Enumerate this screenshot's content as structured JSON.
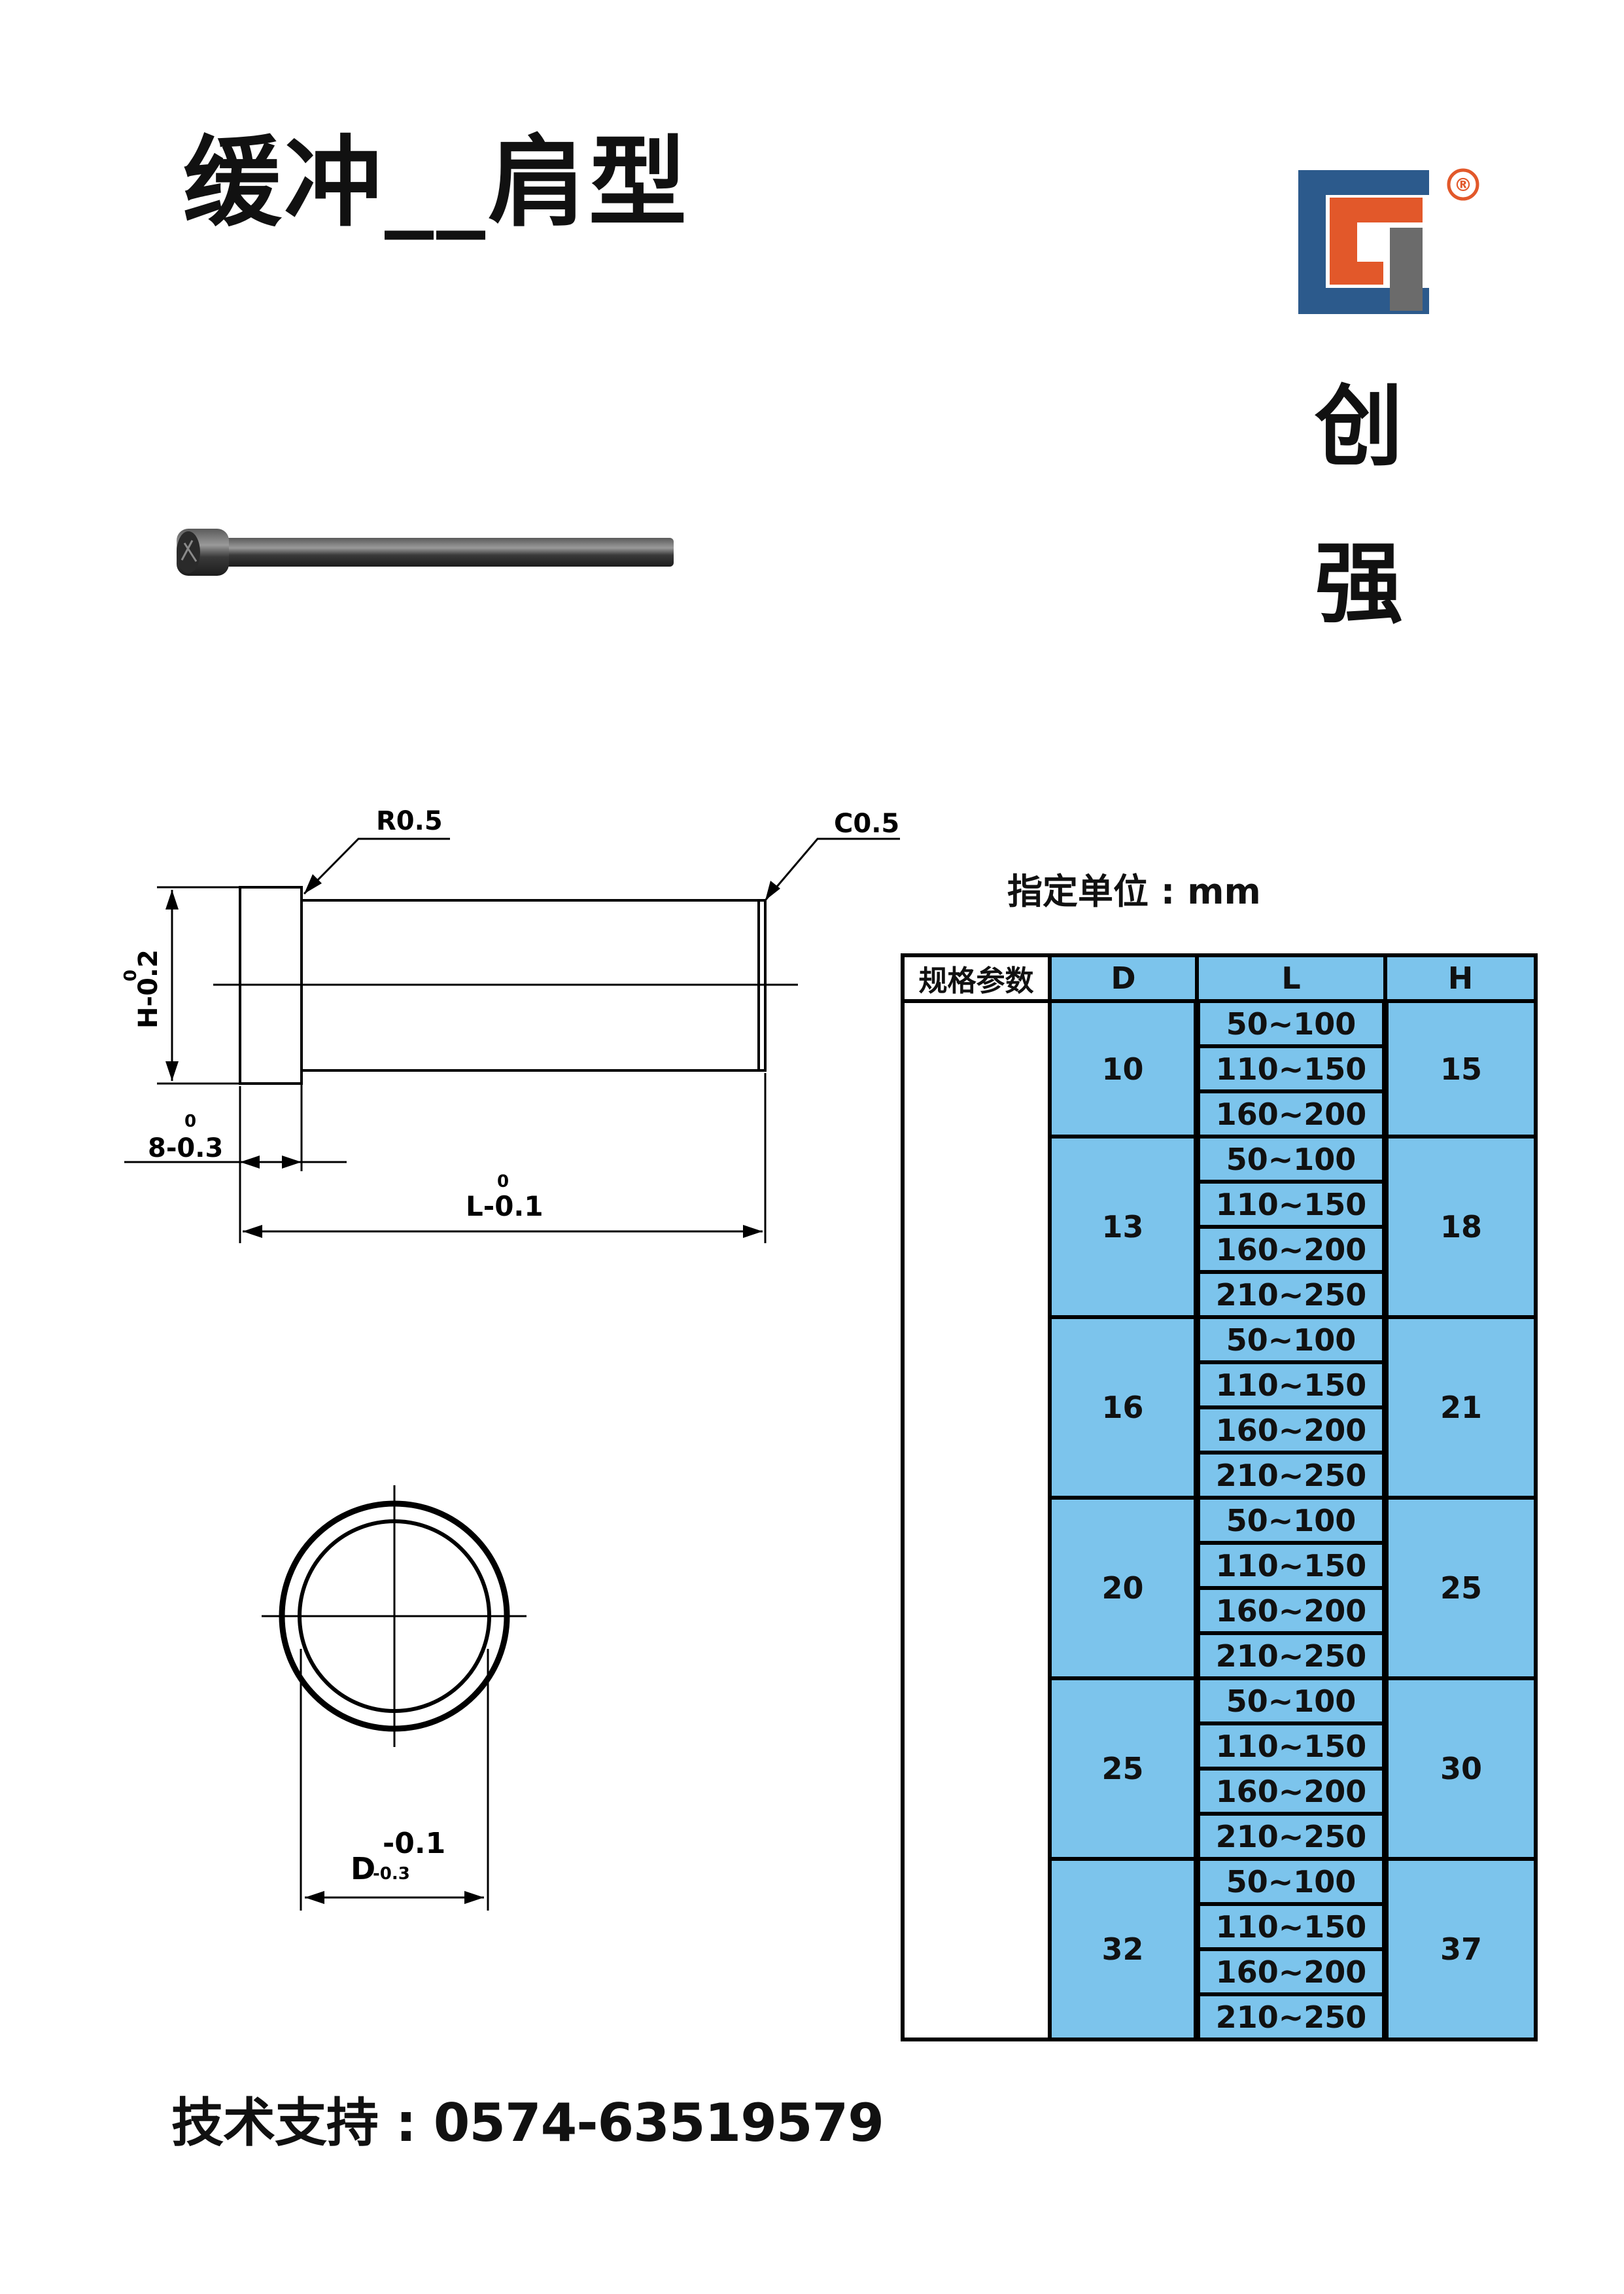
{
  "title": "缓冲__肩型",
  "brand": {
    "registered": "®",
    "chars": [
      "创",
      "强"
    ]
  },
  "drawing_labels": {
    "r": "R0.5",
    "c": "C0.5",
    "h": "H-0.2",
    "h_sup": "0",
    "t": "8-0.3",
    "t_sup": "0",
    "l": "L-0.1",
    "l_sup": "0",
    "d": "D",
    "d_up": "-0.1",
    "d_low": "-0.3"
  },
  "unit_note": "指定单位 : mm",
  "table": {
    "headers": [
      "规格参数",
      "D",
      "L",
      "H"
    ],
    "groups": [
      {
        "D": "10",
        "H": "15",
        "L": [
          "50~100",
          "110~150",
          "160~200"
        ]
      },
      {
        "D": "13",
        "H": "18",
        "L": [
          "50~100",
          "110~150",
          "160~200",
          "210~250"
        ]
      },
      {
        "D": "16",
        "H": "21",
        "L": [
          "50~100",
          "110~150",
          "160~200",
          "210~250"
        ]
      },
      {
        "D": "20",
        "H": "25",
        "L": [
          "50~100",
          "110~150",
          "160~200",
          "210~250"
        ]
      },
      {
        "D": "25",
        "H": "30",
        "L": [
          "50~100",
          "110~150",
          "160~200",
          "210~250"
        ]
      },
      {
        "D": "32",
        "H": "37",
        "L": [
          "50~100",
          "110~150",
          "160~200",
          "210~250"
        ]
      }
    ]
  },
  "support": "技术支持 : 0574-63519579",
  "colors": {
    "table_fill": "#7cc4ec",
    "logo_blue": "#2c5a8c",
    "logo_orange": "#e2582a",
    "logo_gray": "#6b6b6b"
  }
}
